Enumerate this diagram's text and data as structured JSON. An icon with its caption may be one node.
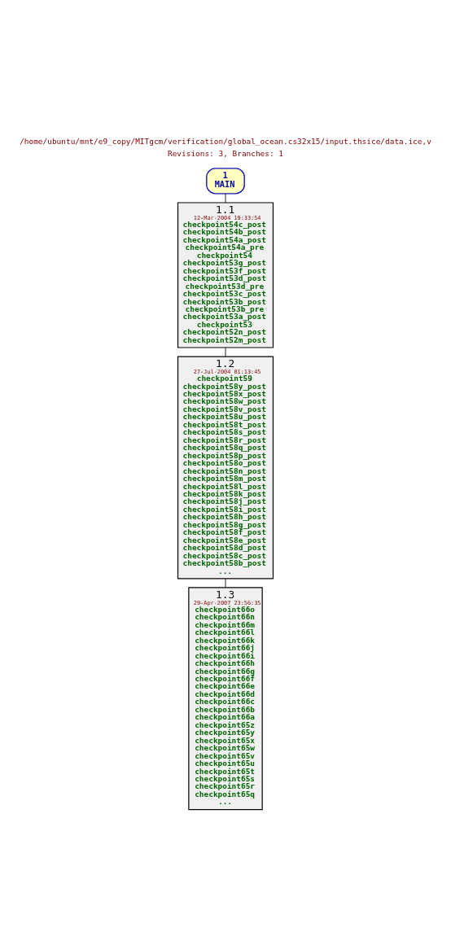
{
  "diagram": {
    "title": "/home/ubuntu/mnt/e9_copy/MITgcm/verification/global_ocean.cs32x15/input.thsice/data.ice,v",
    "nodes": [
      {
        "text": [
          "1",
          "MAIN"
        ]
      },
      {
        "text": [
          "1.1",
          "12-Mar-2004 19:33:54",
          "checkpoint54c_post",
          "checkpoint54b_post",
          "checkpoint54a_post",
          "checkpoint54a_pre",
          "checkpoint54",
          "checkpoint53g_post",
          "checkpoint53f_post",
          "checkpoint53d_post",
          "checkpoint53d_pre",
          "checkpoint53c_post",
          "checkpoint53b_post",
          "checkpoint53b_pre",
          "checkpoint53a_post",
          "checkpoint53",
          "checkpoint52n_post",
          "checkpoint52m_post"
        ]
      },
      {
        "text": [
          "1.2",
          "27-Jul-2004 01:13:45",
          "checkpoint59",
          "checkpoint58y_post",
          "checkpoint58x_post",
          "checkpoint58w_post",
          "checkpoint58v_post",
          "checkpoint58u_post",
          "checkpoint58t_post",
          "checkpoint58s_post",
          "checkpoint58r_post",
          "checkpoint58q_post",
          "checkpoint58p_post",
          "checkpoint58o_post",
          "checkpoint58n_post",
          "checkpoint58m_post",
          "checkpoint58l_post",
          "checkpoint58k_post",
          "checkpoint58j_post",
          "checkpoint58i_post",
          "checkpoint58h_post",
          "checkpoint58g_post",
          "checkpoint58f_post",
          "checkpoint58e_post",
          "checkpoint58d_post",
          "checkpoint58c_post",
          "checkpoint58b_post",
          "..."
        ]
      },
      {
        "text": [
          "1.3",
          "29-Apr-2007 23:56:35",
          "checkpoint66o",
          "checkpoint66n",
          "checkpoint66m",
          "checkpoint66l",
          "checkpoint66k",
          "checkpoint66j",
          "checkpoint66i",
          "checkpoint66h",
          "checkpoint66g",
          "checkpoint66f",
          "checkpoint66e",
          "checkpoint66d",
          "checkpoint66c",
          "checkpoint66b",
          "checkpoint66a",
          "checkpoint65z",
          "checkpoint65y",
          "checkpoint65x",
          "checkpoint65w",
          "checkpoint65v",
          "checkpoint65u",
          "checkpoint65t",
          "checkpoint65s",
          "checkpoint65r",
          "checkpoint65q",
          "..."
        ]
      }
    ],
    "edges": [
      {
        "from": 0,
        "to": 1,
        "arrow": "none"
      },
      {
        "from": 1,
        "to": 2,
        "arrow": "none"
      },
      {
        "from": 2,
        "to": 3,
        "arrow": "none"
      }
    ],
    "labels": [
      "Revisions: 3, Branches: 1"
    ]
  }
}
